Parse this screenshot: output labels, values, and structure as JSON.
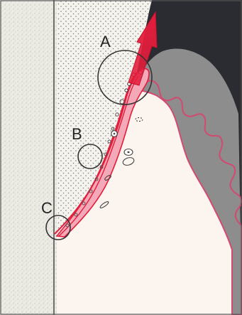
{
  "diagram": {
    "labels": {
      "a": "A",
      "b": "B",
      "c": "C"
    },
    "colors": {
      "enamel_dark": "#2a2b31",
      "gingiva_gray": "#8c8c8c",
      "soft_tissue": "#fbf4ef",
      "tooth_speckle_bg": "#e8e6df",
      "cementum_dots_bg": "#f3f1ea",
      "inflamed_red": "#e31d3c",
      "pocket_pink": "#f3a9b8",
      "border": "#555555"
    },
    "icons": {
      "arrow": "red-arrow-icon"
    }
  }
}
